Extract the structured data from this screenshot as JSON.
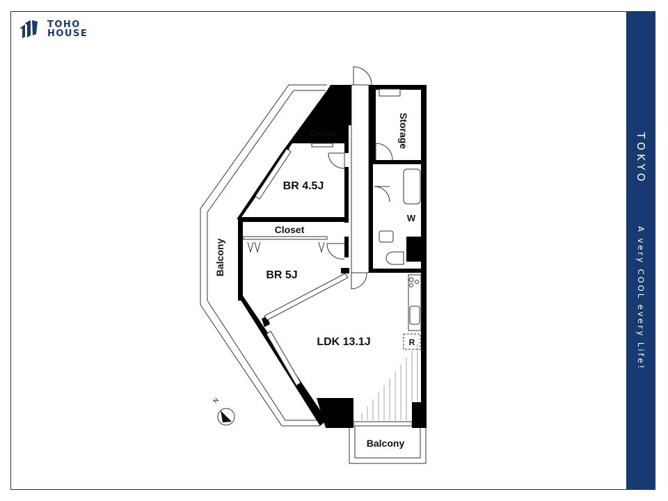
{
  "brand": {
    "line1": "TOHO",
    "line2": "HOUSE"
  },
  "side_band": {
    "city": "TOKYO",
    "tagline": "A very COOL every Life!",
    "color": "#183a70"
  },
  "floor_plan": {
    "rooms": {
      "closet_top": "Closet",
      "storage": "Storage",
      "br1": "BR 4.5J",
      "closet_mid": "Closet",
      "w": "W",
      "br2": "BR 5J",
      "ldk": "LDK 13.1J",
      "r": "R",
      "balcony_left": "Balcony",
      "balcony_bottom": "Balcony"
    },
    "compass": "N"
  }
}
